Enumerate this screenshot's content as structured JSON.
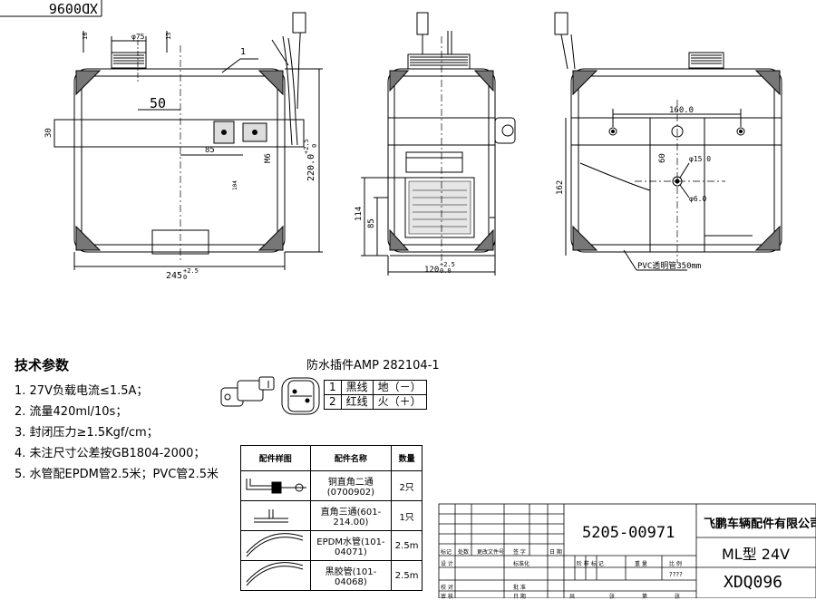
{
  "corner_code": "XD0096",
  "views": {
    "front": {
      "dim_dia": "φ75",
      "dim_13": "13",
      "dim_16": "16",
      "dim_50": "50",
      "dim_30": "30",
      "dim_85": "85",
      "dim_m6": "M6",
      "dim_width": "245",
      "dim_width_tol": "+2.5",
      "dim_width_tol2": "0",
      "dim_height": "220.0",
      "dim_height_tol": "+2.5",
      "dim_height_tol2": "0",
      "leader_1": "1",
      "center_label": "104"
    },
    "side": {
      "dim_114": "114",
      "dim_85": "85",
      "dim_width": "120",
      "dim_width_tol": "+2.5",
      "dim_width_tol2": "0.0"
    },
    "rear": {
      "dim_160": "160.0",
      "dim_60": "60",
      "dim_d15": "φ15.0",
      "dim_d6": "φ6.0",
      "dim_162": "162",
      "pvc_label": "PVC透明管350mm"
    }
  },
  "specs": {
    "title": "技术参数",
    "items": [
      "1.  27V负载电流≤1.5A；",
      "2.  流量420ml/10s；",
      "3.  封闭压力≥1.5Kgf/cm；",
      "4.  未注尺寸公差按GB1804-2000；",
      "5.  水管配EPDM管2.5米；PVC管2.5米"
    ]
  },
  "plug": {
    "title": "防水插件AMP  282104-1",
    "rows": [
      {
        "pin": "1",
        "wire": "黑线",
        "func": "地（－）"
      },
      {
        "pin": "2",
        "wire": "红线",
        "func": "火（＋）"
      }
    ]
  },
  "parts_table": {
    "headers": [
      "配件样图",
      "配件名称",
      "数量"
    ],
    "rows": [
      {
        "name": "铜直角二通(0700902)",
        "qty": "2只",
        "icon": "right-angle-fitting-icon"
      },
      {
        "name": "直角三通(601-214.00)",
        "qty": "1只",
        "icon": "tee-fitting-icon"
      },
      {
        "name": "EPDM水管(101-04071)",
        "qty": "2.5m",
        "icon": "hose-icon"
      },
      {
        "name": "黑胶管(101-04068)",
        "qty": "2.5m",
        "icon": "hose-icon"
      }
    ]
  },
  "title_block": {
    "part_number": "5205-00971",
    "company": "飞鹏车辆配件有限公司",
    "model": "ML型  24V",
    "code": "XDQ096",
    "scale_value": "????",
    "labels": {
      "mark": "标记",
      "count": "处数",
      "change_doc": "更改文件号",
      "sign": "签  字",
      "date": "日 期",
      "design": "设  计",
      "standard": "标准化",
      "stage_mark": "阶 样 标 记",
      "weight": "重  量",
      "scale": "比 例",
      "check": "校  对",
      "review": "审  核",
      "approve": "批  准",
      "date2": "日  期",
      "total": "共",
      "sheet": "张",
      "page": "第",
      "sheet2": "张"
    }
  }
}
